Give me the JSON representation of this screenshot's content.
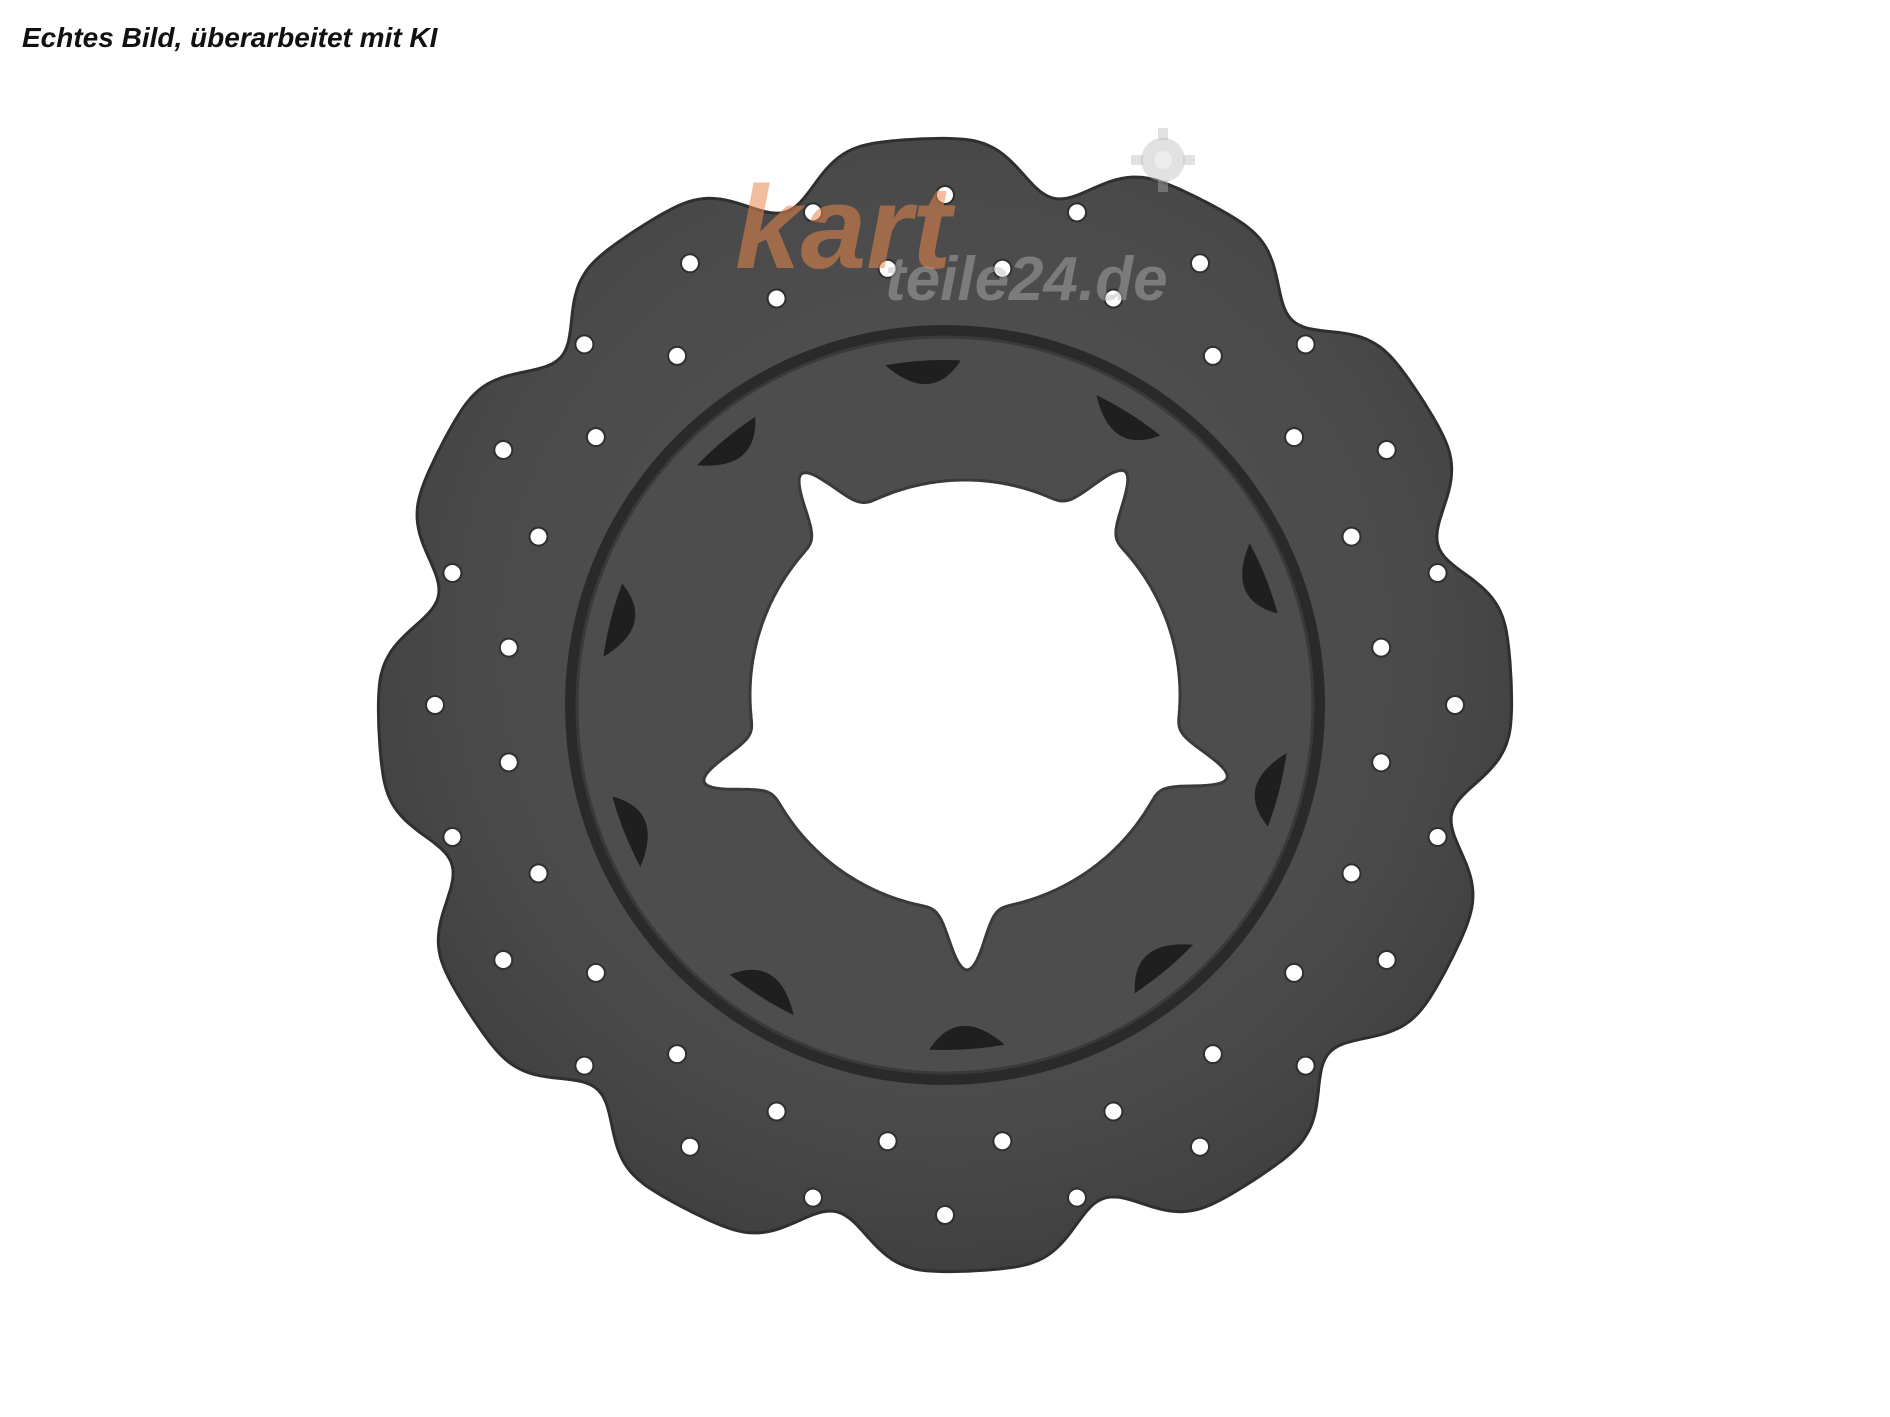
{
  "caption": "Echtes Bild, überarbeitet mit KI",
  "watermark": {
    "brand_part1": "kart",
    "brand_part2": "teile24.de",
    "icon": "gear-icon"
  },
  "product": {
    "subject": "drilled wavy kart brake disc",
    "colors": {
      "disc": "#4a4a4a",
      "disc_edge": "#2e2e2e",
      "background": "#ffffff",
      "watermark_orange": "#e8874a",
      "watermark_gray": "#b5b5b5"
    }
  }
}
